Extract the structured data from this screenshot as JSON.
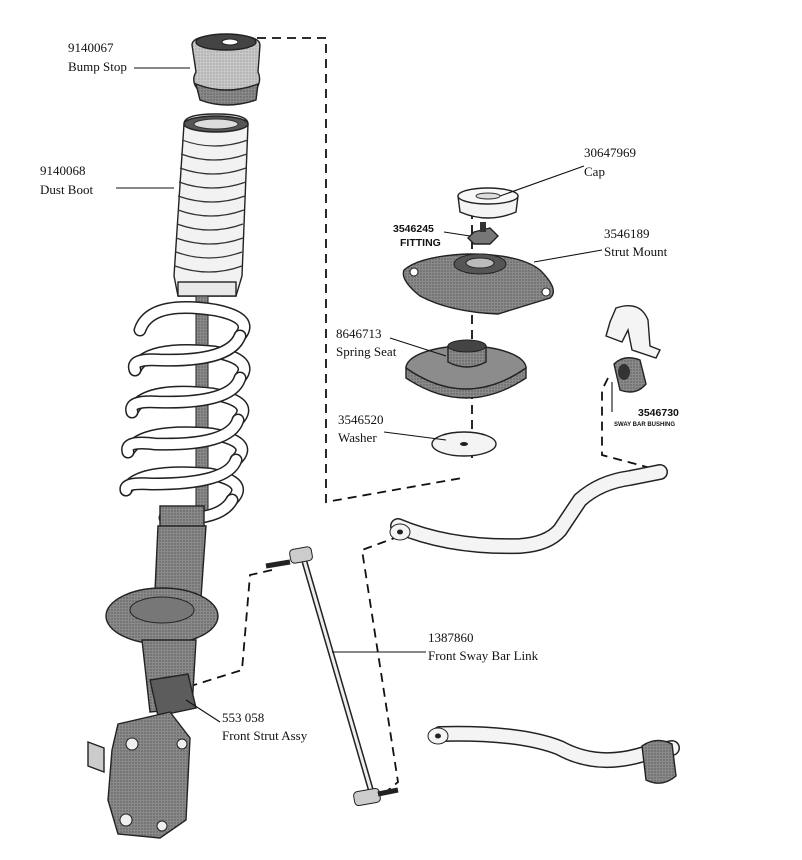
{
  "parts": {
    "bump_stop": {
      "number": "9140067",
      "name": "Bump Stop"
    },
    "dust_boot": {
      "number": "9140068",
      "name": "Dust Boot"
    },
    "cap": {
      "number": "30647969",
      "name": "Cap"
    },
    "fitting": {
      "number": "3546245",
      "name": "FITTING"
    },
    "strut_mount": {
      "number": "3546189",
      "name": "Strut Mount"
    },
    "spring_seat": {
      "number": "8646713",
      "name": "Spring Seat"
    },
    "washer": {
      "number": "3546520",
      "name": "Washer"
    },
    "sway_bar_bushing": {
      "number": "3546730",
      "name": "SWAY BAR BUSHING"
    },
    "sway_bar_link": {
      "number": "1387860",
      "name": "Front Sway Bar Link"
    },
    "strut_assy": {
      "number": "553 058",
      "name": "Front Strut Assy"
    }
  },
  "colors": {
    "line": "#111111",
    "part_fill": "#f4f4f4",
    "part_dark": "#6a6a6a",
    "part_mid": "#9a9a9a"
  }
}
